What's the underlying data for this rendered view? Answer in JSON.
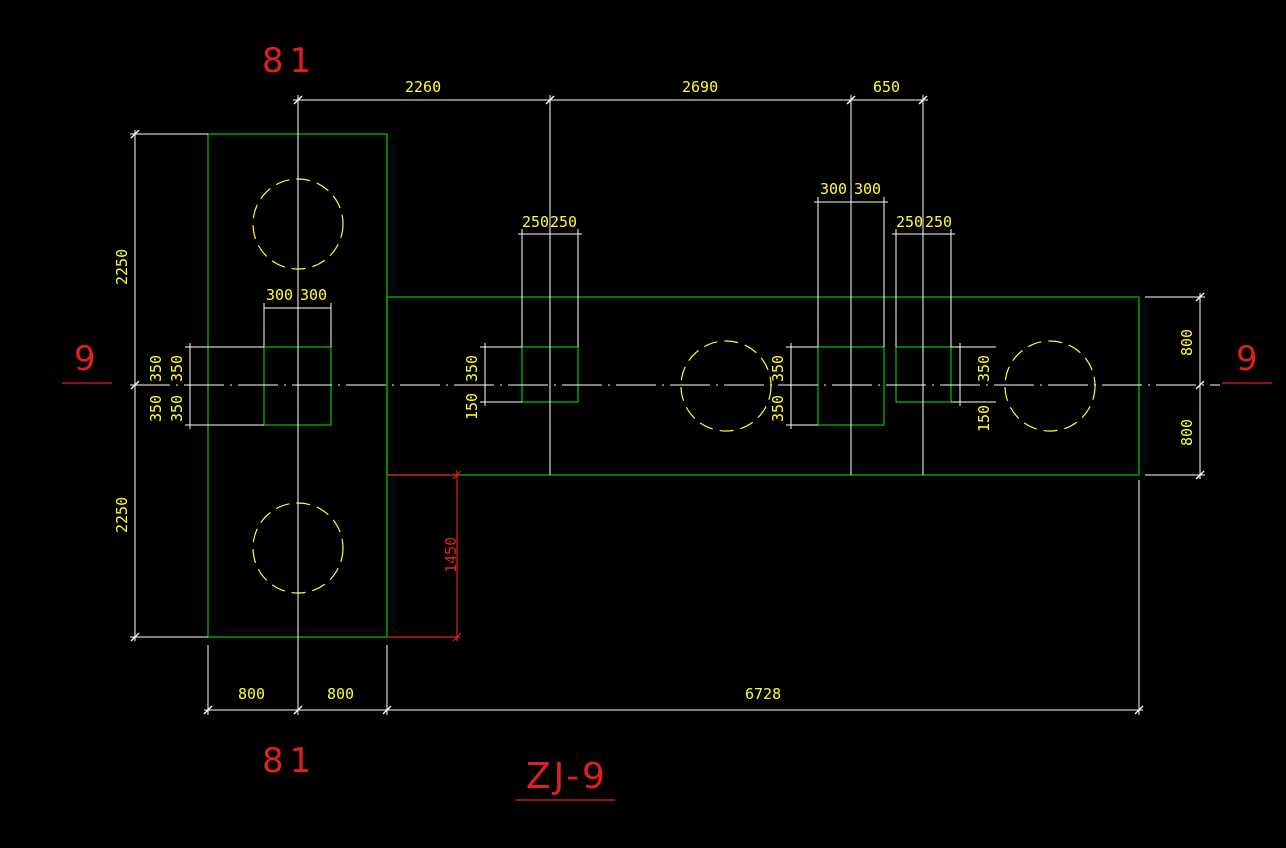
{
  "colors": {
    "background": "#000000",
    "outline": "#00c800",
    "dimension_text": "#ffff33",
    "dimension_line": "#ffffff",
    "label": "#e02020",
    "circle": "#ffff33"
  },
  "drawing": {
    "title": "ZJ-9",
    "axis_labels": {
      "top_axis": "81",
      "bottom_axis": "81",
      "left_axis": "9",
      "right_axis": "9"
    },
    "dimensions": {
      "top_span_1": "2260",
      "top_span_2": "2690",
      "top_span_3": "650",
      "col_left_a": "300",
      "col_left_b": "300",
      "col_mid_a": "250",
      "col_mid_b": "250",
      "col_right1_a": "300",
      "col_right1_b": "300",
      "col_right2_a": "250",
      "col_right2_b": "250",
      "left_height_top": "2250",
      "left_height_bottom": "2250",
      "left_col_upper": "350",
      "left_col_lower": "350",
      "left_col_inner_upper": "350",
      "left_col_inner_lower": "350",
      "mid_col_upper": "350",
      "mid_col_lower": "150",
      "right1_col_upper": "350",
      "right1_col_lower": "350",
      "right2_col_upper": "350",
      "right2_col_lower": "150",
      "beam_half_top": "800",
      "beam_half_bottom": "800",
      "step_height": "1450",
      "bottom_left_a": "800",
      "bottom_left_b": "800",
      "bottom_span": "6728"
    }
  }
}
